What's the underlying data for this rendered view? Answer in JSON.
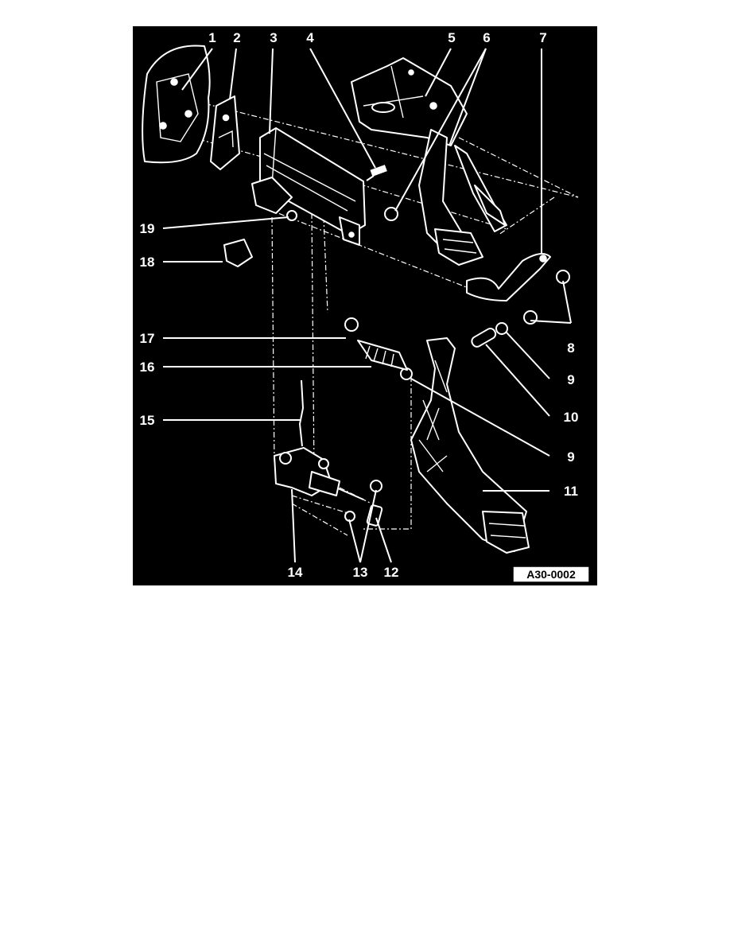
{
  "figure": {
    "reference_code": "A30-0002",
    "colors": {
      "background": "#000000",
      "ink": "#ffffff",
      "page": "#ffffff"
    },
    "callouts": [
      "1",
      "2",
      "3",
      "4",
      "5",
      "6",
      "7",
      "8",
      "9",
      "10",
      "9",
      "11",
      "12",
      "13",
      "14",
      "15",
      "16",
      "17",
      "18",
      "19"
    ]
  }
}
